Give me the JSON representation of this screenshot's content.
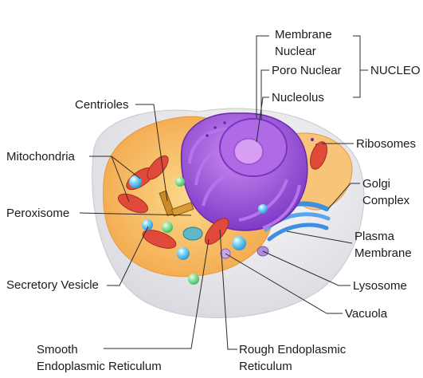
{
  "diagram": {
    "labels": {
      "membrane_nuclear": "Membrane\nNuclear",
      "poro_nuclear": "Poro Nuclear",
      "nucleolus": "Nucleolus",
      "nucleo_group": "NUCLEO",
      "centrioles": "Centrioles",
      "mitochondria": "Mitochondria",
      "ribosomes": "Ribosomes",
      "golgi": "Golgi\nComplex",
      "peroxisome": "Peroxisome",
      "plasma_membrane": "Plasma\nMembrane",
      "secretory_vesicle": "Secretory Vesicle",
      "lysosome": "Lysosome",
      "vacuola": "Vacuola",
      "smooth_er": "Smooth\nEndoplasmic Reticulum",
      "rough_er": "Rough Endoplasmic\nReticulum"
    },
    "colors": {
      "cell_body": "#e7e6ea",
      "cytoplasm": "#f4b25a",
      "nucleus": "#9b4fd8",
      "nucleolus": "#c97fe6",
      "mitochondria": "#e04a3a",
      "vesicle": "#6fc9ef",
      "peroxisome": "#7fd48d",
      "golgi": "#3d8fe0",
      "label_line": "#2b2b2b"
    }
  }
}
